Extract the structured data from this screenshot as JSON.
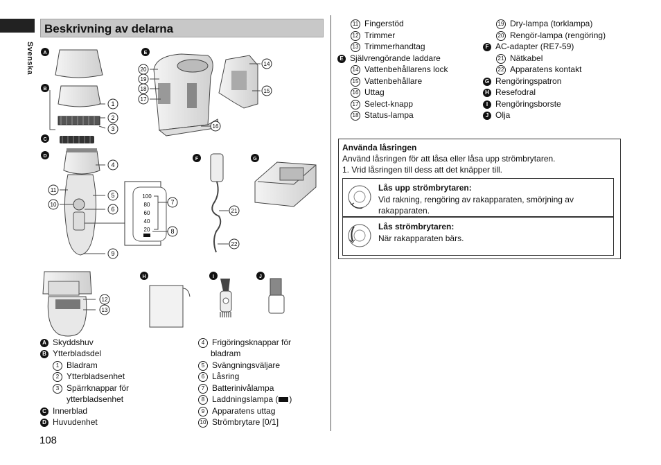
{
  "header": {
    "language": "Svenska",
    "title": "Beskrivning av delarna",
    "page_number": "108"
  },
  "figure_labels": {
    "A": "A",
    "B": "B",
    "C": "C",
    "D": "D",
    "E": "E",
    "F": "F",
    "G": "G",
    "H": "H",
    "I": "I",
    "J": "J",
    "n1": "1",
    "n2": "2",
    "n3": "3",
    "n4": "4",
    "n5": "5",
    "n6": "6",
    "n7": "7",
    "n8": "8",
    "n9": "9",
    "n10": "10",
    "n11": "11",
    "n12": "12",
    "n13": "13",
    "n14": "14",
    "n15": "15",
    "n16": "16",
    "n17": "17",
    "n18": "18",
    "n19": "19",
    "n20": "20",
    "n21": "21",
    "n22": "22"
  },
  "battery_scale": [
    "100",
    "80",
    "60",
    "40",
    "20"
  ],
  "parts_left": {
    "a": "Skyddshuv",
    "b": "Ytterbladsdel",
    "b1": "Bladram",
    "b2": "Ytterbladsenhet",
    "b3_line1": "Spärrknappar för",
    "b3_line2": "ytterbladsenhet",
    "c": "Innerblad",
    "d": "Huvudenhet"
  },
  "parts_mid": {
    "p4_line1": "Frigöringsknappar för",
    "p4_line2": "bladram",
    "p5": "Svängningsväljare",
    "p6": "Låsring",
    "p7": "Batterinivålampa",
    "p8_pre": "Laddningslampa (",
    "p8_post": ")",
    "p9": "Apparatens uttag",
    "p10": "Strömbrytare [0/1]"
  },
  "parts_right1": {
    "p11": "Fingerstöd",
    "p12": "Trimmer",
    "p13": "Trimmerhandtag",
    "e": "Självrengörande laddare",
    "p14": "Vattenbehållarens lock",
    "p15": "Vattenbehållare",
    "p16": "Uttag",
    "p17": "Select-knapp",
    "p18": "Status-lampa"
  },
  "parts_right2": {
    "p19": "Dry-lampa (torklampa)",
    "p20": "Rengör-lampa (rengöring)",
    "f": "AC-adapter (RE7-59)",
    "p21": "Nätkabel",
    "p22": "Apparatens kontakt",
    "g": "Rengöringspatron",
    "h": "Resefodral",
    "i": "Rengöringsborste",
    "j": "Olja"
  },
  "lock_box": {
    "title": "Använda låsringen",
    "intro": "Använd låsringen för att låsa eller låsa upp strömbrytaren.",
    "step1": "1.  Vrid låsringen till dess att det knäpper till.",
    "unlock_title": "Lås upp strömbrytaren:",
    "unlock_line1": "Vid rakning, rengöring av rakapparaten, smörjning av",
    "unlock_line2": "rakapparaten.",
    "lock_title": "Lås strömbrytaren:",
    "lock_desc": "När rakapparaten bärs."
  }
}
